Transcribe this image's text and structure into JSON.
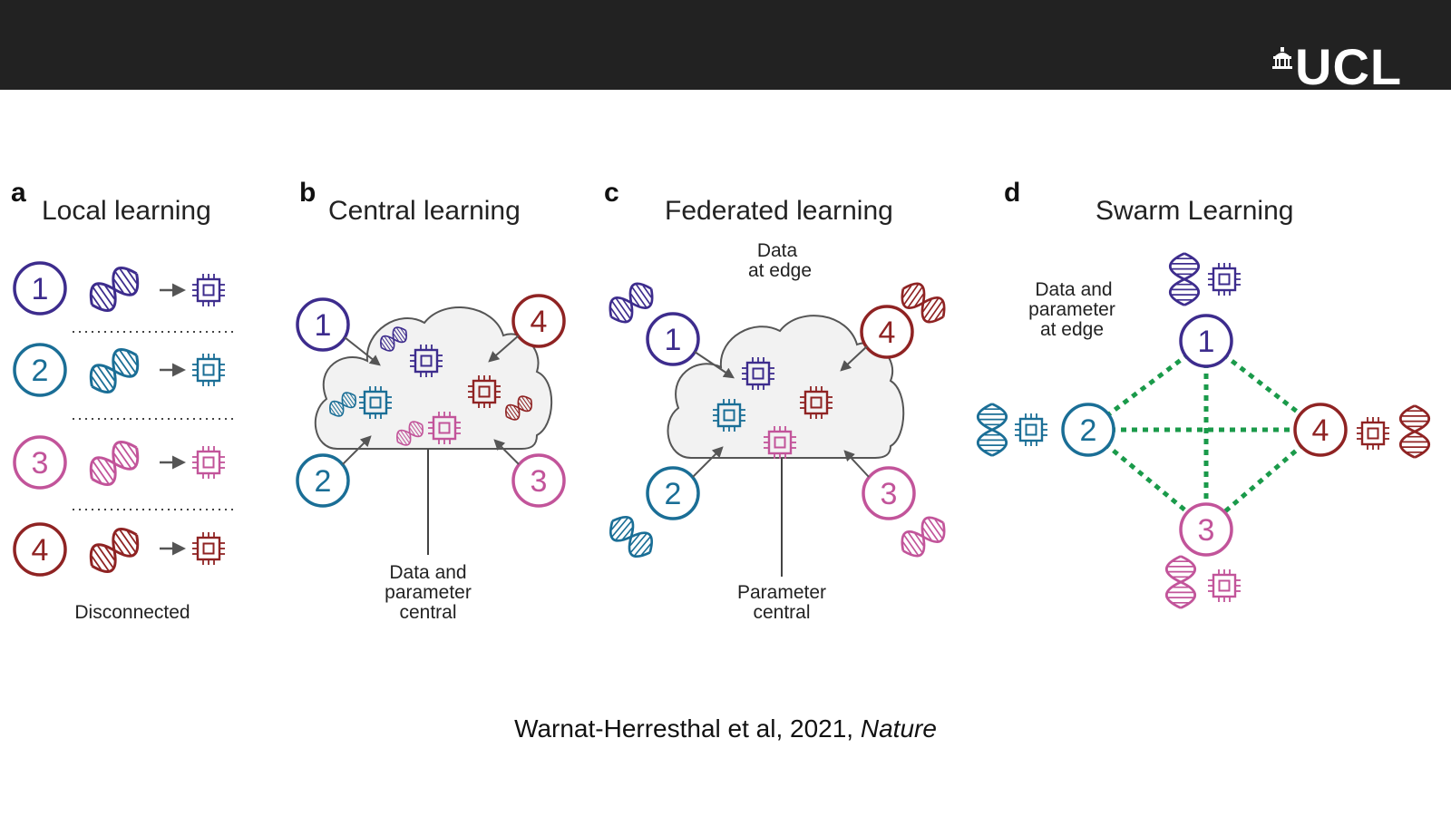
{
  "logo": {
    "text": "UCL",
    "icon": "portico-icon"
  },
  "panels": {
    "a": {
      "letter": "a",
      "title": "Local learning",
      "caption": "Disconnected"
    },
    "b": {
      "letter": "b",
      "title": "Central learning",
      "caption": [
        "Data and",
        "parameter",
        "central"
      ]
    },
    "c": {
      "letter": "c",
      "title": "Federated learning",
      "top_label": [
        "Data",
        "at edge"
      ],
      "caption": [
        "Parameter",
        "central"
      ]
    },
    "d": {
      "letter": "d",
      "title": "Swarm Learning",
      "side_label": [
        "Data and",
        "parameter",
        "at edge"
      ]
    }
  },
  "nodes": [
    "1",
    "2",
    "3",
    "4"
  ],
  "colors": {
    "node1": "#3d2c8d",
    "node2": "#1a6e96",
    "node3": "#c2549a",
    "node4": "#8f2323",
    "swarm_link": "#1a9a4a",
    "header": "#222222"
  },
  "icons": [
    "dna-icon",
    "chip-icon",
    "cloud-icon",
    "arrow-icon"
  ],
  "citation": {
    "text": "Warnat-Herresthal et al, 2021, ",
    "journal": "Nature"
  }
}
